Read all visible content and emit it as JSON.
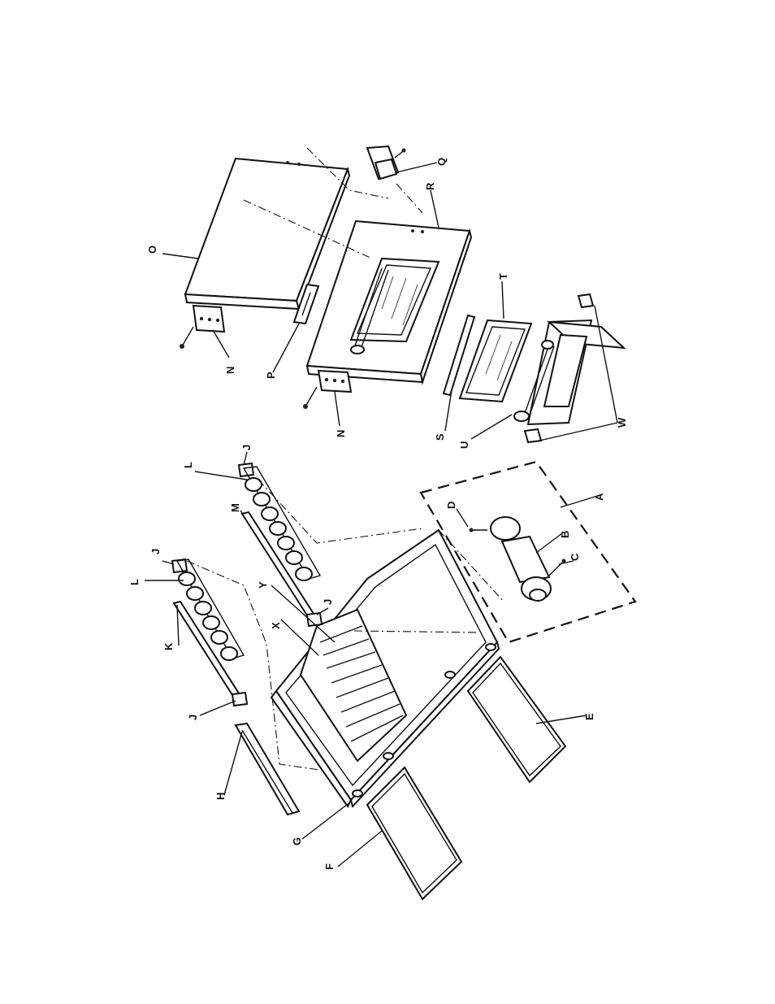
{
  "callouts": {
    "A": "A",
    "B": "B",
    "C": "C",
    "D": "D",
    "E": "E",
    "F": "F",
    "G": "G",
    "H": "H",
    "J1": "J",
    "J2": "J",
    "J3": "J",
    "J4": "J",
    "K": "K",
    "L1": "L",
    "L2": "L",
    "M": "M",
    "N1": "N",
    "N2": "N",
    "O": "O",
    "P": "P",
    "Q": "Q",
    "R": "R",
    "S": "S",
    "T": "T",
    "U": "U",
    "W": "W",
    "X": "X",
    "Y": "Y"
  }
}
